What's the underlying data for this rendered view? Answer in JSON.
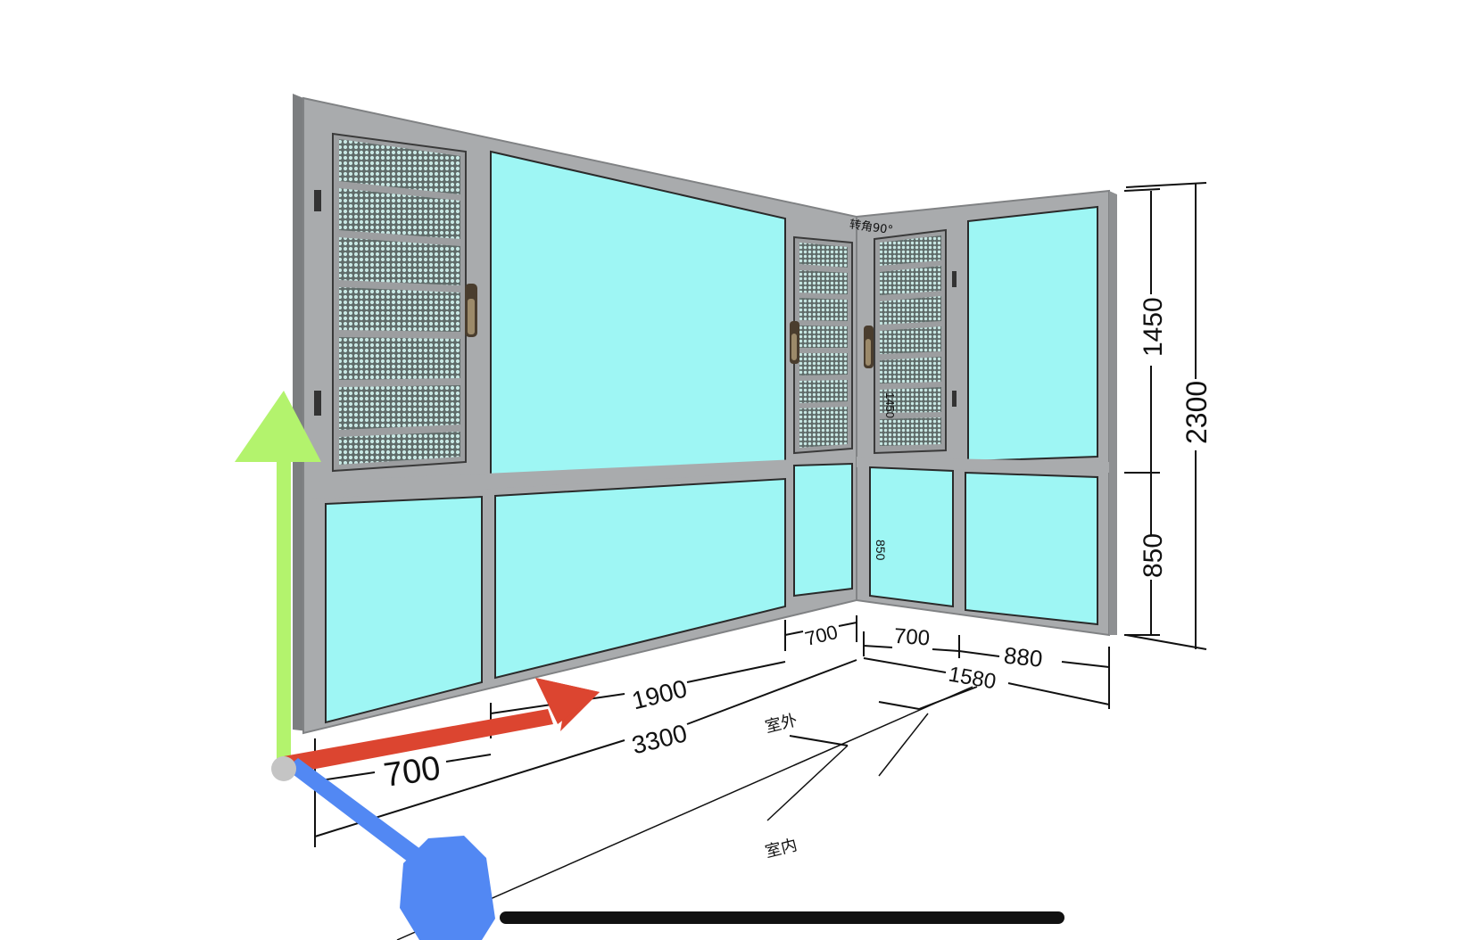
{
  "dimensions": {
    "d700_left": "700",
    "d1900": "1900",
    "d3300": "3300",
    "d700_mid": "700",
    "d700_right": "700",
    "d880": "880",
    "d1580": "1580",
    "d1450": "1450",
    "d850_right": "850",
    "d2300": "2300",
    "d850_inner": "850",
    "d1450_inner": "1450"
  },
  "labels": {
    "corner": "转角90°",
    "outdoor": "室外",
    "indoor": "室内"
  },
  "colors": {
    "frame": "#a7a9ab",
    "frame_dark": "#6d6f71",
    "glass": "#9ef6f4",
    "screen_mesh": "#7e8a88",
    "axis_x": "#dc4530",
    "axis_y": "#b3f36d",
    "axis_z": "#5288f3",
    "home_indicator": "#111111"
  },
  "icons": {
    "axis_y": "green-up-arrow-icon",
    "axis_x": "red-right-arrow-icon",
    "axis_z": "blue-diagonal-arrow-icon",
    "handle": "window-handle-icon"
  }
}
